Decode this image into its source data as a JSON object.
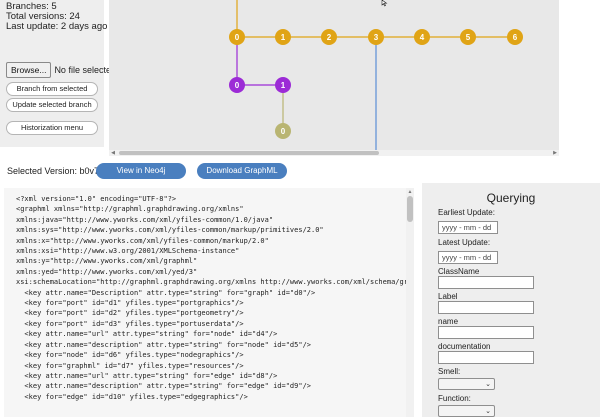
{
  "info": {
    "branches": "Branches: 5",
    "total_versions": "Total versions: 24",
    "last_update": "Last update: 2 days ago"
  },
  "file": {
    "browse_label": "Browse...",
    "status": "No file selected."
  },
  "buttons": {
    "branch_from_selected": "Branch from selected",
    "update_selected_branch": "Update selected branch",
    "historization_menu": "Historization menu",
    "view_in_neo4j": "View in Neo4j",
    "download_graphml": "Download GraphML"
  },
  "colors": {
    "main_branch": "#e0a416",
    "purple_branch": "#9c2bd6",
    "olive_branch": "#b9b572",
    "blue_branch_line": "#5b8fd6",
    "button_blue": "#4a7fbf"
  },
  "graph": {
    "main_nodes": [
      "0",
      "1",
      "2",
      "3",
      "4",
      "5",
      "6"
    ],
    "purple_nodes": [
      "0",
      "1"
    ],
    "olive_nodes": [
      "0"
    ]
  },
  "selected_version": "Selected Version: b0v7",
  "xml_lines": [
    "<?xml version=\"1.0\" encoding=\"UTF-8\"?>",
    "<graphml xmlns=\"http://graphml.graphdrawing.org/xmlns\"",
    "xmlns:java=\"http://www.yworks.com/xml/yfiles-common/1.0/java\"",
    "xmlns:sys=\"http://www.yworks.com/xml/yfiles-common/markup/primitives/2.0\"",
    "xmlns:x=\"http://www.yworks.com/xml/yfiles-common/markup/2.0\"",
    "xmlns:xsi=\"http://www.w3.org/2001/XMLSchema-instance\"",
    "xmlns:y=\"http://www.yworks.com/xml/graphml\"",
    "xmlns:yed=\"http://www.yworks.com/xml/yed/3\"",
    "xsi:schemaLocation=\"http://graphml.graphdrawing.org/xmlns http://www.yworks.com/xml/schema/graph",
    "  <key attr.name=\"Description\" attr.type=\"string\" for=\"graph\" id=\"d0\"/>",
    "  <key for=\"port\" id=\"d1\" yfiles.type=\"portgraphics\"/>",
    "  <key for=\"port\" id=\"d2\" yfiles.type=\"portgeometry\"/>",
    "  <key for=\"port\" id=\"d3\" yfiles.type=\"portuserdata\"/>",
    "  <key attr.name=\"url\" attr.type=\"string\" for=\"node\" id=\"d4\"/>",
    "  <key attr.name=\"description\" attr.type=\"string\" for=\"node\" id=\"d5\"/>",
    "  <key for=\"node\" id=\"d6\" yfiles.type=\"nodegraphics\"/>",
    "  <key for=\"graphml\" id=\"d7\" yfiles.type=\"resources\"/>",
    "  <key attr.name=\"url\" attr.type=\"string\" for=\"edge\" id=\"d8\"/>",
    "  <key attr.name=\"description\" attr.type=\"string\" for=\"edge\" id=\"d9\"/>",
    "  <key for=\"edge\" id=\"d10\" yfiles.type=\"edgegraphics\"/>"
  ],
  "query": {
    "title": "Querying",
    "earliest_update_label": "Earliest Update:",
    "earliest_update_placeholder": "yyyy - mm - dd",
    "latest_update_label": "Latest Update:",
    "latest_update_placeholder": "yyyy - mm - dd",
    "classname_label": "ClassName",
    "label_label": "Label",
    "name_label": "name",
    "documentation_label": "documentation",
    "smell_label": "Smell:",
    "function_label": "Function:"
  }
}
